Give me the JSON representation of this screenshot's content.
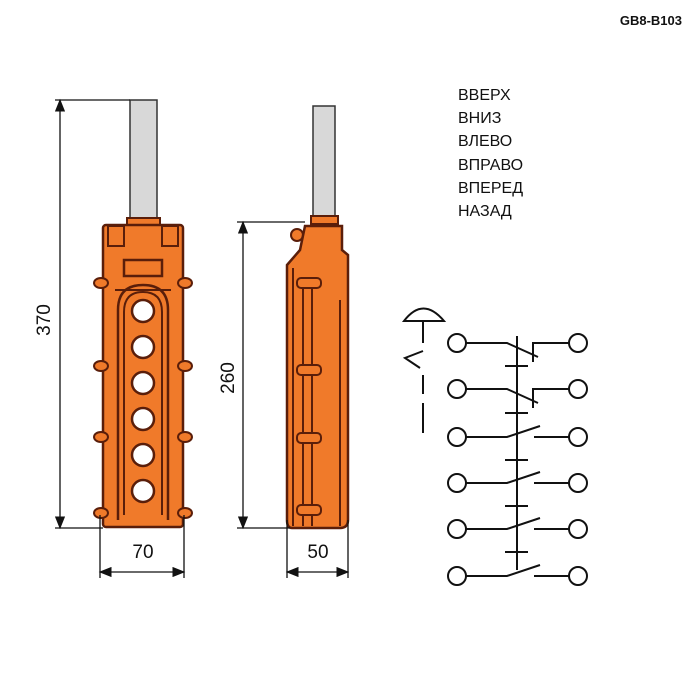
{
  "model": "GB8-B103",
  "direction_labels": [
    "ВВЕРХ",
    "ВНИЗ",
    "ВЛЕВО",
    "ВПРАВО",
    "ВПЕРЕД",
    "НАЗАД"
  ],
  "dimensions": {
    "height_total": "370",
    "width": "70",
    "body_height": "260",
    "depth": "50"
  },
  "colors": {
    "body": "#f07a2a",
    "outline": "#5a1e0a",
    "cable": "#d8d8d8"
  },
  "schematic": {
    "contacts": 6
  }
}
